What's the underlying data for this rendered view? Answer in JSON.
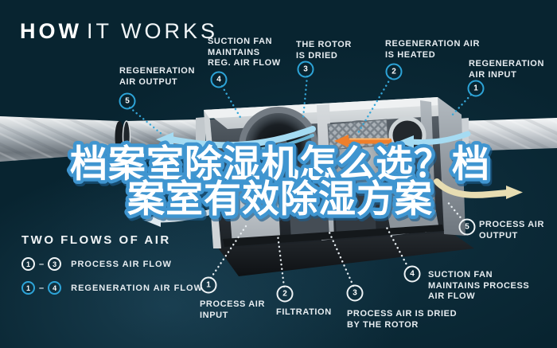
{
  "page": {
    "title_bold": "HOW",
    "title_light": "IT WORKS"
  },
  "overlay": {
    "line1": "档案室除湿机怎么选？档",
    "line2": "案室有效除湿方案"
  },
  "legend": {
    "heading": "TWO FLOWS OF AIR",
    "separator": "–",
    "rows": [
      {
        "from": "1",
        "to": "3",
        "label": "PROCESS AIR FLOW",
        "color": "white"
      },
      {
        "from": "1",
        "to": "4",
        "label": "REGENERATION AIR FLOW",
        "color": "cyan"
      }
    ]
  },
  "callouts": {
    "regeneration": [
      {
        "num": "5",
        "label": "REGENERATION\nAIR OUTPUT"
      },
      {
        "num": "4",
        "label": "SUCTION FAN\nMAINTAINS\nREG. AIR FLOW"
      },
      {
        "num": "3",
        "label": "THE ROTOR\nIS DRIED"
      },
      {
        "num": "2",
        "label": "REGENERATION AIR\nIS HEATED"
      },
      {
        "num": "1",
        "label": "REGENERATION\nAIR INPUT"
      }
    ],
    "process": [
      {
        "num": "1",
        "label": "PROCESS AIR\nINPUT"
      },
      {
        "num": "2",
        "label": "FILTRATION"
      },
      {
        "num": "3",
        "label": "PROCESS AIR IS DRIED\nBY THE ROTOR"
      },
      {
        "num": "4",
        "label": "SUCTION FAN\nMAINTAINS PROCESS\nAIR FLOW"
      },
      {
        "num": "5",
        "label": "PROCESS AIR\nOUTPUT"
      }
    ]
  },
  "colors": {
    "background": "#082430",
    "accent_cyan": "#2da4d8",
    "label_text": "#e7edf1",
    "outline_blue": "#3f95d0",
    "heater_orange": "#ee7f2c",
    "flow_beige": "#e7ddb2",
    "metal_light": "#d9dde0"
  }
}
